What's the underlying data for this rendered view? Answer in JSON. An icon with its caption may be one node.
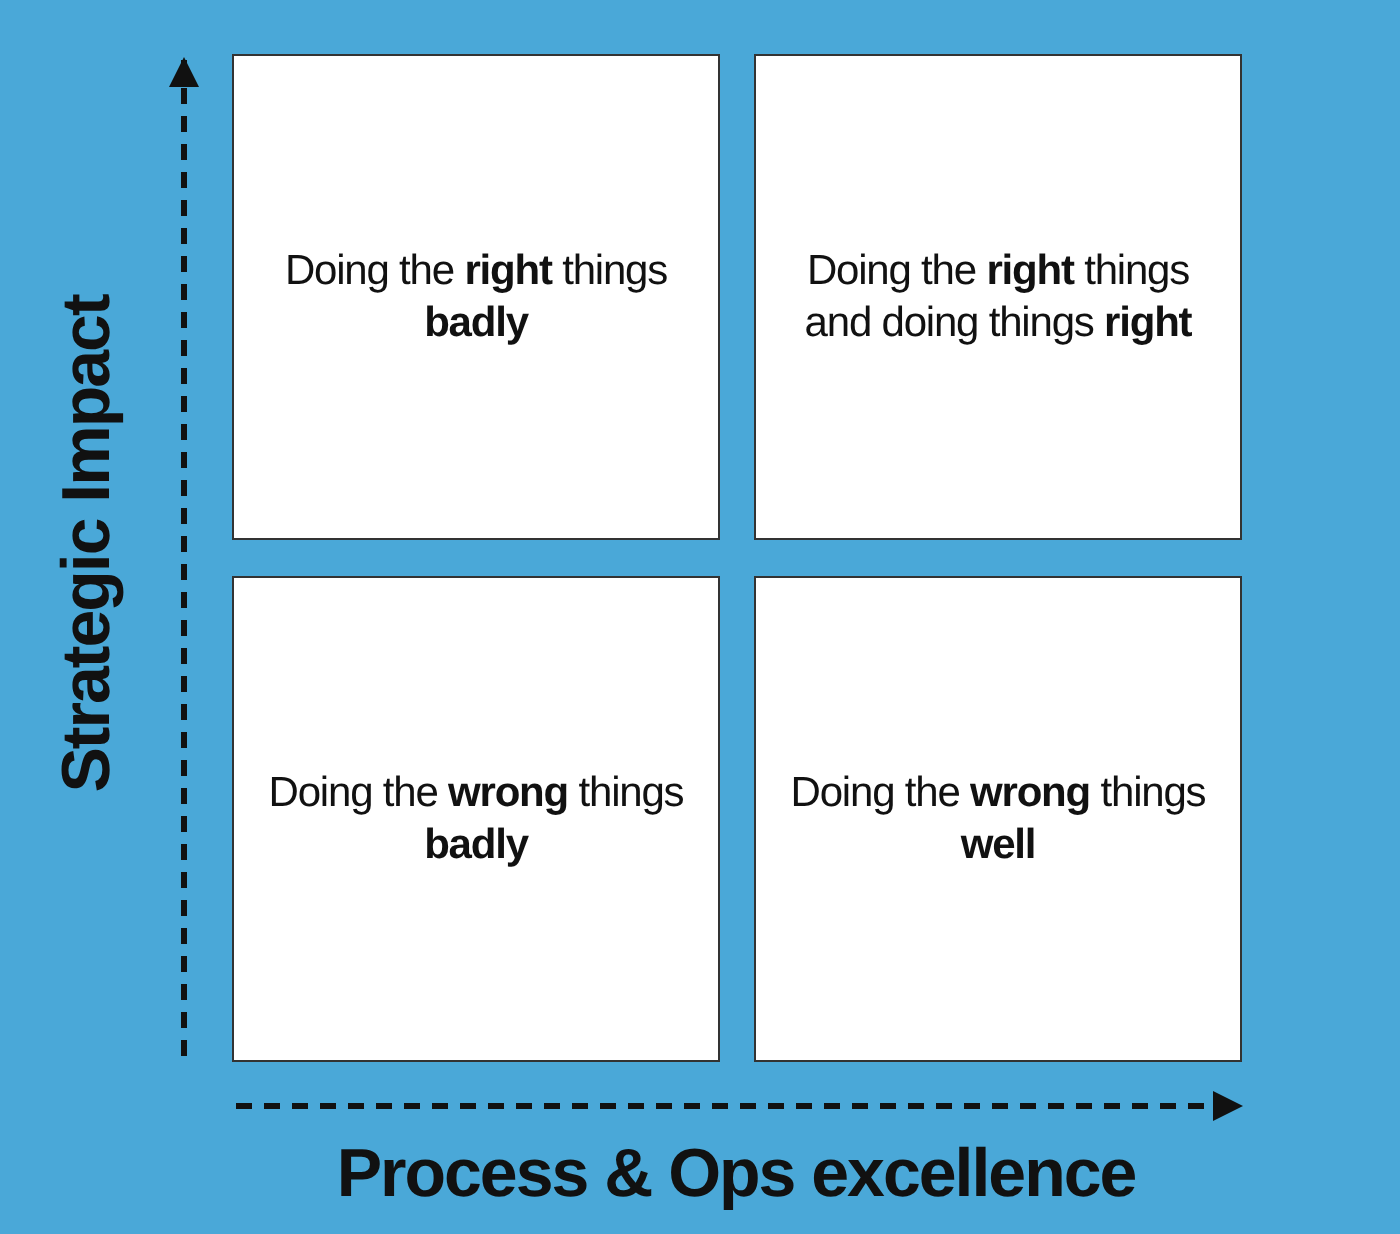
{
  "diagram": {
    "nodes": [
      {
        "text": [
          "Doing the **right** things **badly**"
        ]
      },
      {
        "text": [
          "Doing the **right** things and doing things **right**"
        ]
      },
      {
        "text": [
          "Doing the **wrong** things **badly**"
        ]
      },
      {
        "text": [
          "Doing the **wrong** things **well**"
        ]
      }
    ],
    "labels": [
      "Strategic Impact",
      "Process & Ops excellence"
    ]
  }
}
